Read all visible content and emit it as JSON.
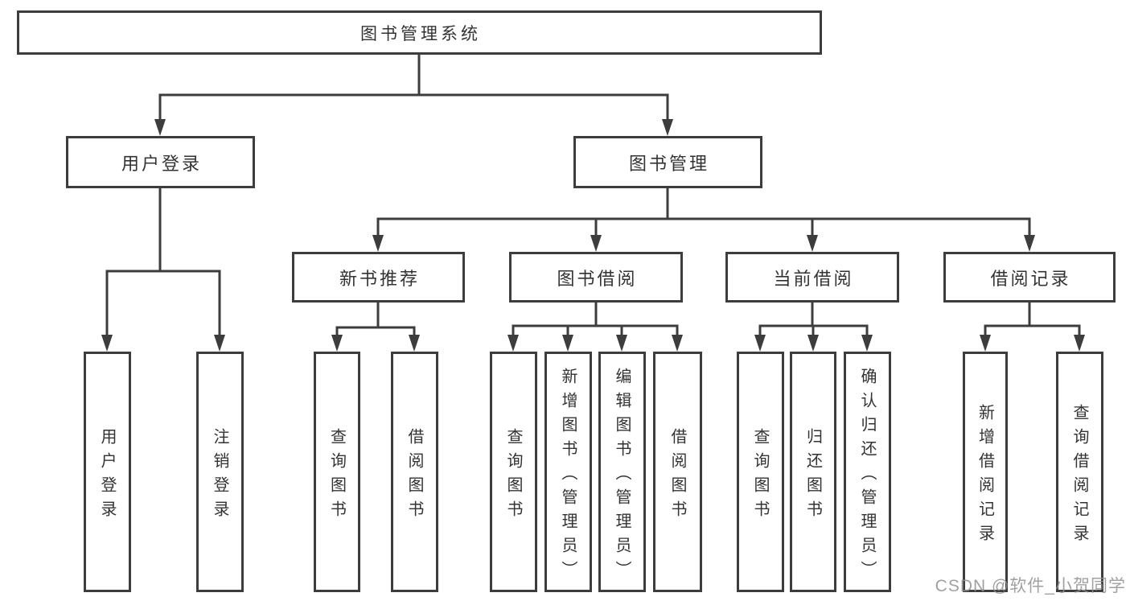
{
  "diagram": {
    "title": "图书管理系统",
    "level1": [
      {
        "label": "用户登录"
      },
      {
        "label": "图书管理"
      }
    ],
    "level2": [
      {
        "label": "新书推荐"
      },
      {
        "label": "图书借阅"
      },
      {
        "label": "当前借阅"
      },
      {
        "label": "借阅记录"
      }
    ],
    "leaves": {
      "user": [
        "用户登录",
        "注销登录"
      ],
      "newbooks": [
        "查询图书",
        "借阅图书"
      ],
      "borrow": [
        "查询图书",
        "新增图书（管理员）",
        "编辑图书（管理员）",
        "借阅图书"
      ],
      "current": [
        "查询图书",
        "归还图书",
        "确认归还（管理员）"
      ],
      "records": [
        "新增借阅记录",
        "查询借阅记录"
      ]
    }
  },
  "watermark": {
    "text": "CSDN @软件_小贺同学"
  },
  "colors": {
    "line": "#3d3d3d",
    "text": "#333333",
    "background": "#ffffff",
    "watermark": "#919191"
  }
}
